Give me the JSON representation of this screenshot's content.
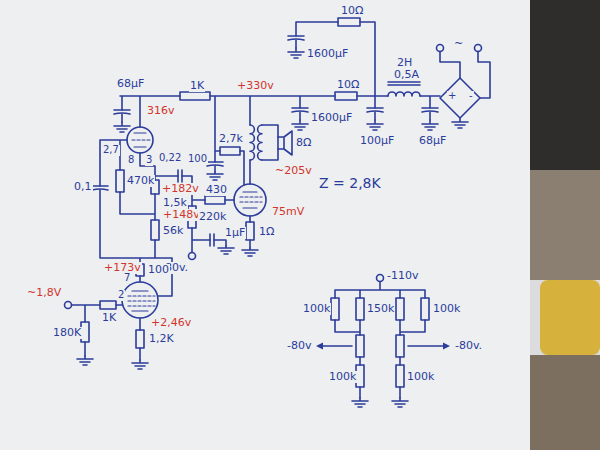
{
  "diagram": {
    "labels": [
      "10Ω",
      "1600µF",
      "68µF",
      "1K",
      "+330v",
      "10Ω",
      "2H",
      "0,5A",
      "~",
      "1600µF",
      "100µF",
      "68µF",
      "+",
      "-",
      "316v",
      "8Ω",
      "~205v",
      "2,7",
      "0,22",
      "2,7k",
      "100",
      "8",
      "3",
      "470k",
      "0,1",
      "+182v",
      "1,5k",
      "430",
      "+148v",
      "220k",
      "56k",
      "1µF",
      "75mV",
      "1Ω",
      "Z = 2,8K",
      "-80v.",
      "+173v",
      "100",
      "~1,8V",
      "7",
      "2",
      "1K",
      "+2,46v",
      "1,2K",
      "180K",
      "-110v",
      "100k",
      "150k",
      "100k",
      "-80v",
      "-80v.",
      "100k",
      "100k"
    ]
  }
}
